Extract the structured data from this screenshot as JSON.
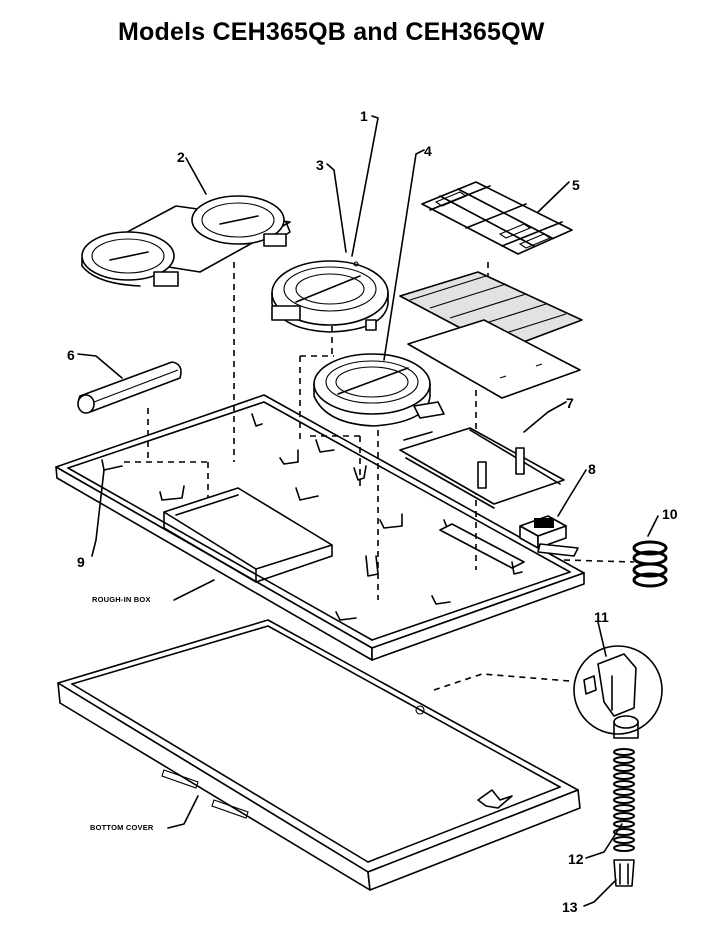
{
  "title": "Models CEH365QB and CEH365QW",
  "labels": {
    "p1": "1",
    "p2": "2",
    "p3": "3",
    "p4": "4",
    "p5": "5",
    "p6": "6",
    "p7": "7",
    "p8": "8",
    "p9": "9",
    "p10": "10",
    "p11": "11",
    "p12": "12",
    "p13": "13"
  },
  "captions": {
    "rough_in_box": "ROUGH-IN BOX",
    "bottom_cover": "BOTTOM COVER"
  }
}
